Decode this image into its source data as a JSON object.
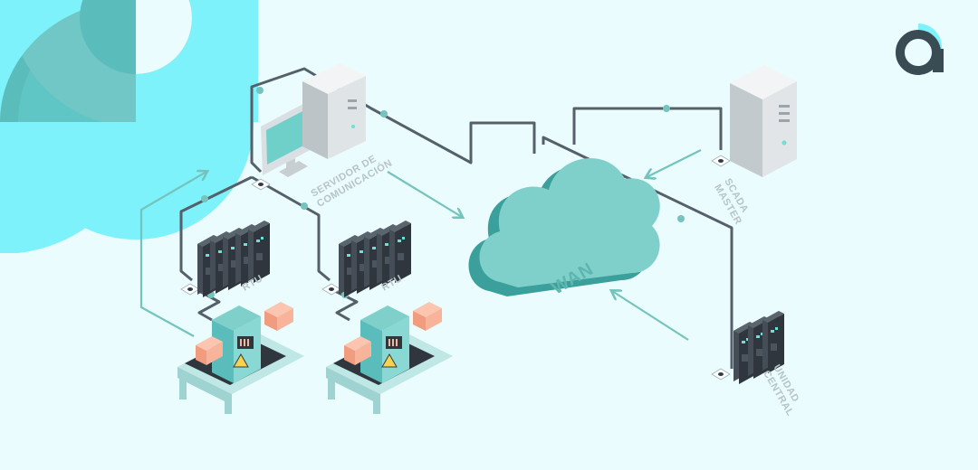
{
  "labels": {
    "server": [
      "SERVIDOR DE",
      "COMUNICACIÓN"
    ],
    "scada": [
      "SCADA",
      "MASTER"
    ],
    "rtu_left": "RTU",
    "rtu_right": "RTU",
    "wan": "WAN",
    "central": [
      "UNIDAD",
      "CENTRAL"
    ]
  },
  "icons": [
    "brand-logo-icon",
    "cloud-icon",
    "desktop-computer-icon",
    "server-tower-icon",
    "rtu-rack-icon",
    "conveyor-machine-icon",
    "warning-icon",
    "box-icon",
    "network-port-icon",
    "arrow-icon"
  ],
  "colors": {
    "background": "#eafcfd",
    "accent_cyan": "#7ef2fb",
    "teal": "#5bbdbb",
    "teal_dark": "#3b9f9b",
    "cable": "#55606a",
    "arrow": "#74c4bd",
    "label": "#b7c4c8",
    "rack": "#333b44",
    "box": "#f7b49a",
    "logo": "#3a4c53"
  }
}
